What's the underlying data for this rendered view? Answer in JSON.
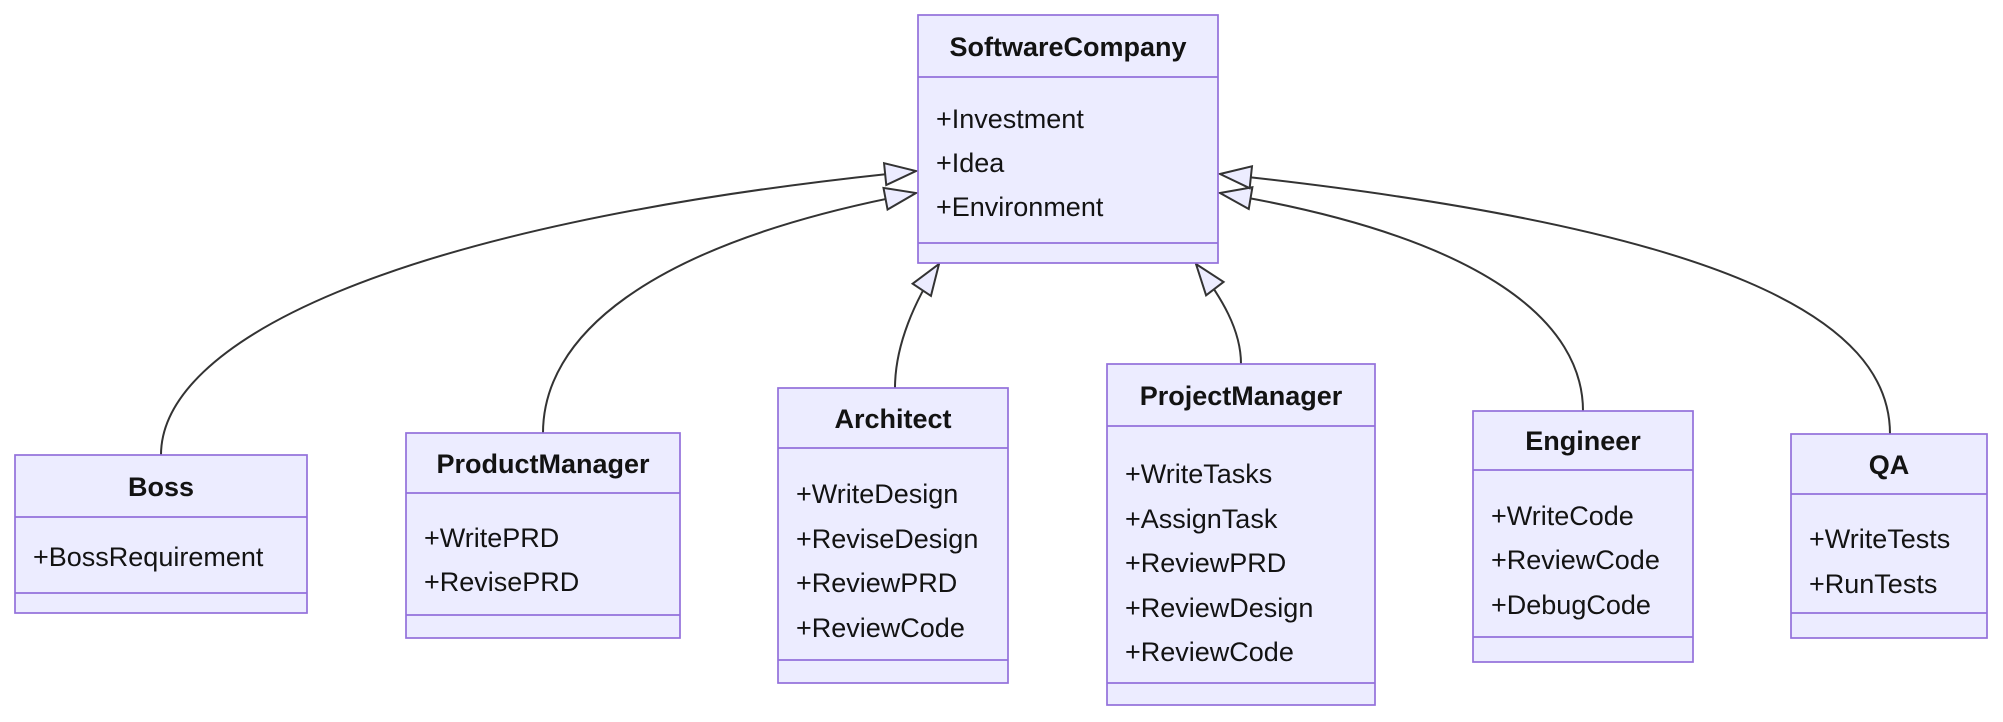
{
  "diagram": {
    "kind": "uml-class-diagram",
    "colors": {
      "background": "#ffffff",
      "node_fill": "#ECECFF",
      "node_border": "#9370DB",
      "edge_line": "#333333",
      "arrowhead_fill": "#ECECFF",
      "text": "#131313"
    },
    "classes": [
      {
        "name": "SoftwareCompany",
        "attributes": [
          "+Investment",
          "+Idea",
          "+Environment"
        ]
      },
      {
        "name": "Boss",
        "attributes": [
          "+BossRequirement"
        ]
      },
      {
        "name": "ProductManager",
        "attributes": [
          "+WritePRD",
          "+RevisePRD"
        ]
      },
      {
        "name": "Architect",
        "attributes": [
          "+WriteDesign",
          "+ReviseDesign",
          "+ReviewPRD",
          "+ReviewCode"
        ]
      },
      {
        "name": "ProjectManager",
        "attributes": [
          "+WriteTasks",
          "+AssignTask",
          "+ReviewPRD",
          "+ReviewDesign",
          "+ReviewCode"
        ]
      },
      {
        "name": "Engineer",
        "attributes": [
          "+WriteCode",
          "+ReviewCode",
          "+DebugCode"
        ]
      },
      {
        "name": "QA",
        "attributes": [
          "+WriteTests",
          "+RunTests"
        ]
      }
    ],
    "relations": [
      {
        "from": "Boss",
        "to": "SoftwareCompany",
        "type": "inheritance"
      },
      {
        "from": "ProductManager",
        "to": "SoftwareCompany",
        "type": "inheritance"
      },
      {
        "from": "Architect",
        "to": "SoftwareCompany",
        "type": "inheritance"
      },
      {
        "from": "ProjectManager",
        "to": "SoftwareCompany",
        "type": "inheritance"
      },
      {
        "from": "Engineer",
        "to": "SoftwareCompany",
        "type": "inheritance"
      },
      {
        "from": "QA",
        "to": "SoftwareCompany",
        "type": "inheritance"
      }
    ]
  }
}
